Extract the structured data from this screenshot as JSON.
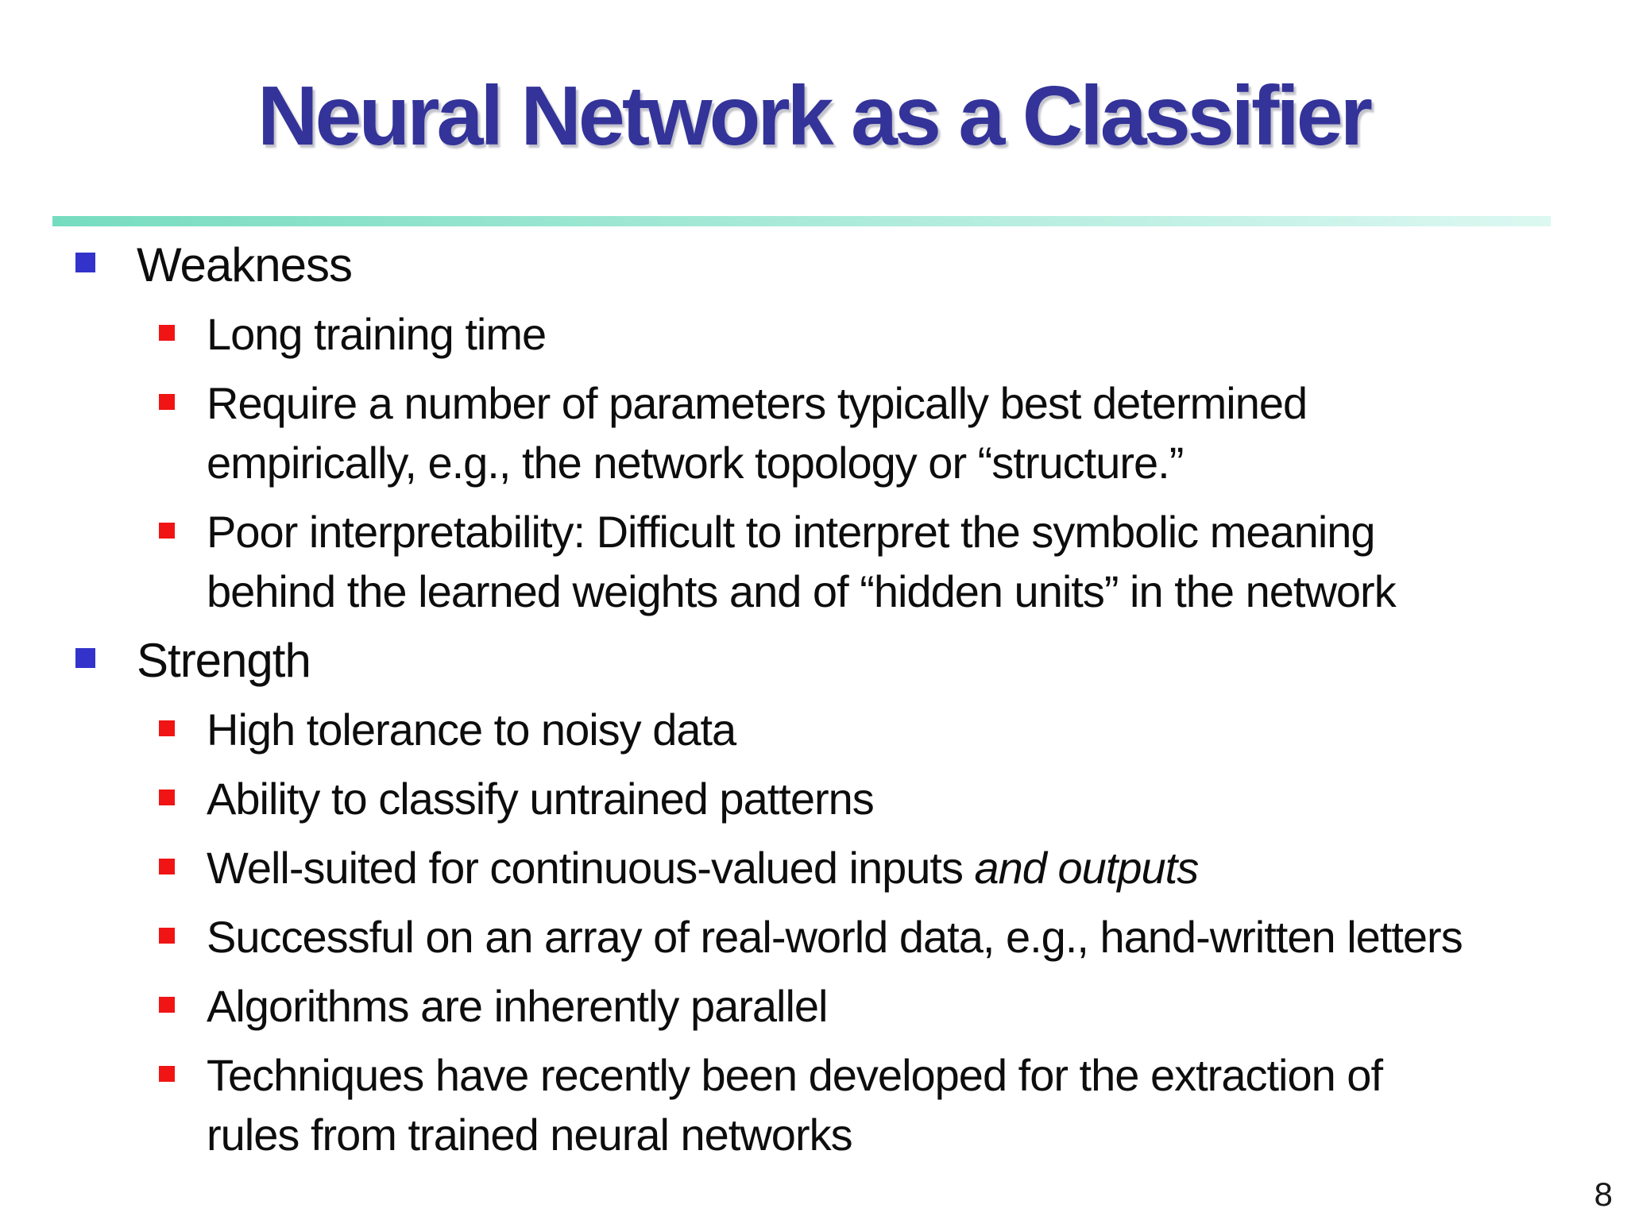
{
  "slide": {
    "title": "Neural Network as a Classifier",
    "page_number": "8",
    "colors": {
      "title": "#333399",
      "level1_bullet": "#3333cc",
      "level2_bullet": "#f01414",
      "divider_start": "#76dcc0",
      "divider_end": "#dcf8f1"
    },
    "items": [
      {
        "level": 1,
        "lines": [
          [
            {
              "t": "Weakness"
            }
          ]
        ]
      },
      {
        "level": 2,
        "lines": [
          [
            {
              "t": "Long training time"
            }
          ]
        ]
      },
      {
        "level": 2,
        "lines": [
          [
            {
              "t": "Require a number of parameters typically best determined"
            }
          ],
          [
            {
              "t": "empirically, e.g., the network topology or “structure.”"
            }
          ]
        ]
      },
      {
        "level": 2,
        "lines": [
          [
            {
              "t": "Poor interpretability: Difficult to interpret the symbolic meaning"
            }
          ],
          [
            {
              "t": "behind the learned weights and of “hidden units” in the network"
            }
          ]
        ]
      },
      {
        "level": 1,
        "lines": [
          [
            {
              "t": "Strength"
            }
          ]
        ]
      },
      {
        "level": 2,
        "lines": [
          [
            {
              "t": "High tolerance to noisy data"
            }
          ]
        ]
      },
      {
        "level": 2,
        "lines": [
          [
            {
              "t": "Ability to classify untrained patterns"
            }
          ]
        ]
      },
      {
        "level": 2,
        "lines": [
          [
            {
              "t": "Well-suited for continuous-valued inputs "
            },
            {
              "t": "and outputs",
              "italic": true
            }
          ]
        ]
      },
      {
        "level": 2,
        "lines": [
          [
            {
              "t": "Successful on an array of real-world data, e.g., hand-written letters"
            }
          ]
        ]
      },
      {
        "level": 2,
        "lines": [
          [
            {
              "t": "Algorithms are inherently parallel"
            }
          ]
        ]
      },
      {
        "level": 2,
        "lines": [
          [
            {
              "t": "Techniques have recently been developed for the extraction of"
            }
          ],
          [
            {
              "t": "rules from trained neural networks"
            }
          ]
        ]
      }
    ]
  }
}
